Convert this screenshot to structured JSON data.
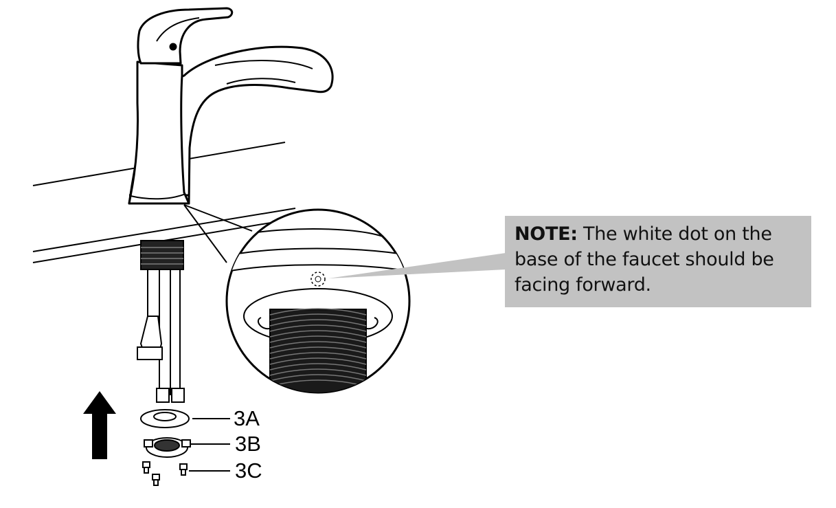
{
  "note": {
    "label": "NOTE:",
    "text": " The white dot on the base of the faucet should be facing forward."
  },
  "parts": {
    "3A": "3A",
    "3B": "3B",
    "3C": "3C"
  },
  "colors": {
    "note_background": "#c2c2c2",
    "line": "#000000"
  },
  "icons": [
    "faucet",
    "countertop",
    "supply-hoses",
    "arrow-up",
    "washer",
    "mounting-nut",
    "screws",
    "magnified-threaded-shank",
    "white-dot"
  ]
}
